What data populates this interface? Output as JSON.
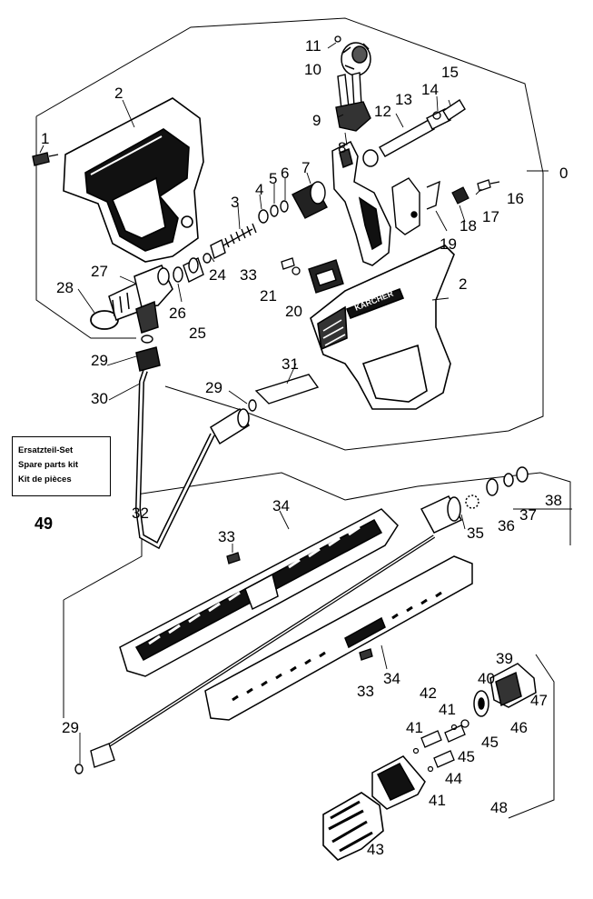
{
  "kit_box": {
    "lines": [
      "Ersatzteil-Set",
      "Spare parts kit",
      "Kit de pièces"
    ],
    "number": "49"
  },
  "labels": [
    "0",
    "1",
    "2",
    "2",
    "3",
    "4",
    "5",
    "6",
    "7",
    "8",
    "9",
    "10",
    "11",
    "12",
    "13",
    "14",
    "15",
    "16",
    "17",
    "18",
    "19",
    "20",
    "21",
    "24",
    "25",
    "26",
    "27",
    "28",
    "29",
    "29",
    "29",
    "30",
    "31",
    "32",
    "33",
    "33",
    "33",
    "34",
    "34",
    "35",
    "36",
    "37",
    "38",
    "39",
    "40",
    "41",
    "41",
    "41",
    "42",
    "43",
    "44",
    "45",
    "45",
    "46",
    "47",
    "48"
  ],
  "colors": {
    "ink": "#000000",
    "paper": "#ffffff"
  },
  "brand_mark": "KÄRCHER"
}
